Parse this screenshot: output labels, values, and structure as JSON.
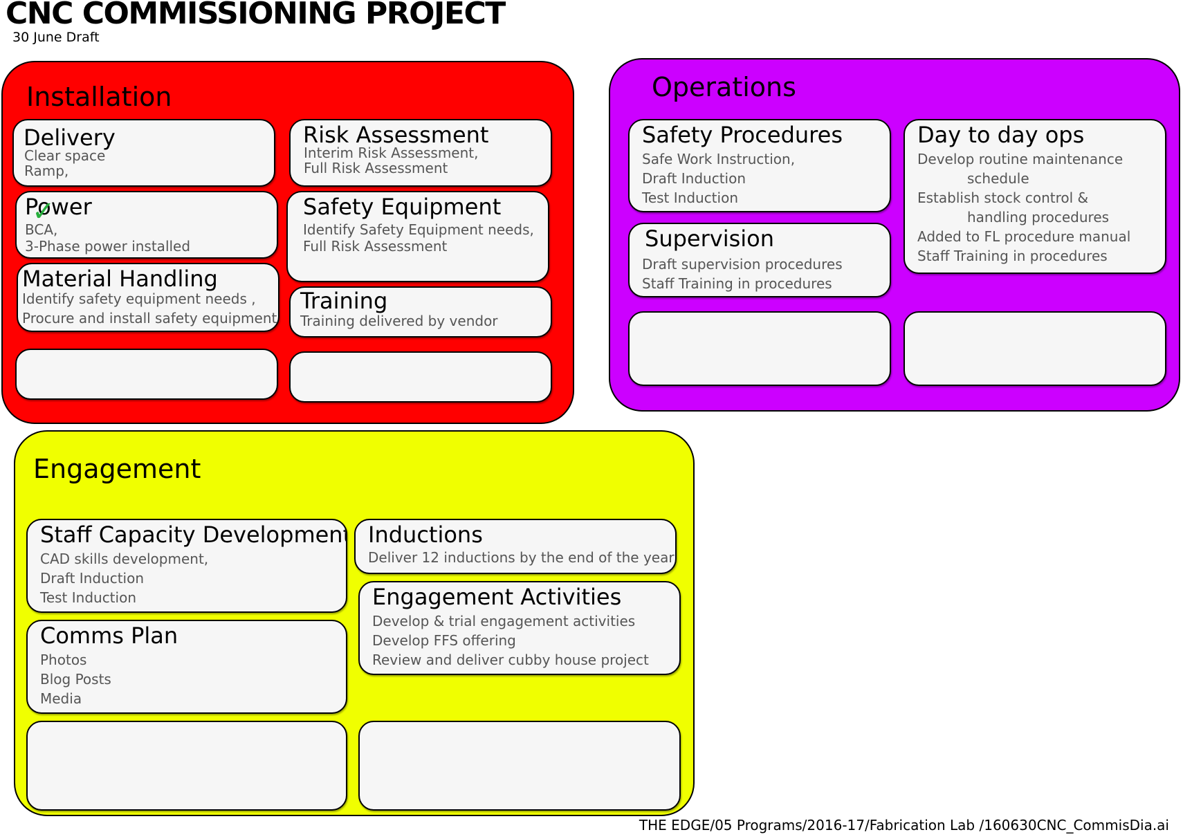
{
  "header": {
    "title": "CNC COMMISSIONING PROJECT",
    "subtitle": "30 June Draft"
  },
  "colors": {
    "installation": "#ff0000",
    "operations": "#cc00ff",
    "engagement": "#f0ff00",
    "check": "#27ae3c"
  },
  "installation": {
    "title": "Installation",
    "cards": {
      "delivery": {
        "title": "Delivery",
        "lines": [
          "Clear space",
          "Ramp,"
        ]
      },
      "risk_assessment": {
        "title": "Risk Assessment",
        "lines": [
          "Interim Risk Assessment,",
          "Full Risk Assessment"
        ]
      },
      "power": {
        "title": "Power",
        "lines": [
          "BCA,",
          "3-Phase power installed"
        ],
        "check_icon": "checkmark-icon"
      },
      "safety_equipment": {
        "title": "Safety Equipment",
        "lines": [
          "Identify Safety Equipment needs,",
          "Full Risk Assessment"
        ]
      },
      "material_handling": {
        "title": "Material Handling",
        "lines": [
          "Identify safety equipment needs ,",
          "Procure and install safety equipment"
        ]
      },
      "training": {
        "title": "Training",
        "lines": [
          "Training delivered by vendor"
        ]
      }
    }
  },
  "operations": {
    "title": "Operations",
    "cards": {
      "safety_procedures": {
        "title": "Safety Procedures",
        "lines": [
          "Safe Work Instruction,",
          "Draft Induction",
          "Test Induction"
        ]
      },
      "day_to_day": {
        "title": "Day to day ops",
        "lines": [
          "Develop routine maintenance",
          "schedule",
          "Establish stock control &",
          "handling procedures",
          "Added to FL procedure manual",
          "Staff Training in procedures"
        ]
      },
      "supervision": {
        "title": "Supervision",
        "lines": [
          "Draft supervision procedures",
          "Staff Training in procedures"
        ]
      }
    }
  },
  "engagement": {
    "title": "Engagement",
    "cards": {
      "staff_capacity": {
        "title": "Staff Capacity Development",
        "lines": [
          "CAD skills development,",
          "Draft Induction",
          "Test Induction"
        ]
      },
      "inductions": {
        "title": "Inductions",
        "lines": [
          "Deliver 12 inductions by the end of the year"
        ]
      },
      "engagement_activities": {
        "title": "Engagement Activities",
        "lines": [
          "Develop & trial engagement activities",
          "Develop FFS offering",
          "Review and deliver cubby house project"
        ]
      },
      "comms_plan": {
        "title": "Comms Plan",
        "lines": [
          "Photos",
          "Blog Posts",
          "Media"
        ]
      }
    }
  },
  "footer": {
    "path": "THE EDGE/05 Programs/2016-17/Fabrication Lab /160630CNC_CommisDia.ai"
  }
}
